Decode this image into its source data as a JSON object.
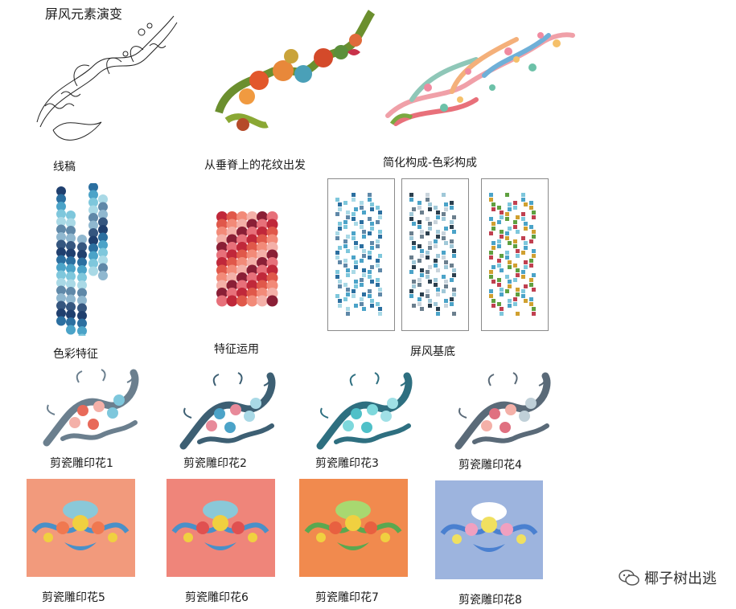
{
  "title": "屏风元素演变",
  "row1_labels": [
    "线稿",
    "从垂脊上的花纹出发",
    "简化构成-色彩构成"
  ],
  "row2_labels": [
    "色彩特征",
    "特征运用",
    "屏风基底"
  ],
  "row3_labels": [
    "剪瓷雕印花1",
    "剪瓷雕印花2",
    "剪瓷雕印花3",
    "剪瓷雕印花4"
  ],
  "row4_labels": [
    "剪瓷雕印花5",
    "剪瓷雕印花6",
    "剪瓷雕印花7",
    "剪瓷雕印花8"
  ],
  "tile_colors": [
    "#f29a7c",
    "#ef857a",
    "#f18a4e",
    "#9db4de"
  ],
  "watermark": "椰子树出逃"
}
